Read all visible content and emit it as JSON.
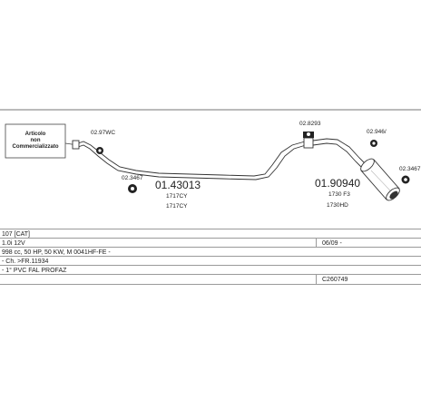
{
  "note_box": {
    "lines": [
      "Articolo",
      "non",
      "Commercializzato"
    ]
  },
  "parts": [
    {
      "id": "clamp-left",
      "code": "02.97WC",
      "kind": "clamp"
    },
    {
      "id": "clamp-mid",
      "code": "02.3467",
      "kind": "clamp"
    },
    {
      "id": "front-pipe",
      "code": "01.43013",
      "refs": [
        "1717CY",
        "1717CY"
      ],
      "kind": "pipe"
    },
    {
      "id": "clamp-center",
      "code": "02.8293",
      "kind": "clamp"
    },
    {
      "id": "clamp-right-top",
      "code": "02.946/",
      "kind": "clamp"
    },
    {
      "id": "clamp-right",
      "code": "02.3467",
      "kind": "clamp"
    },
    {
      "id": "rear-silencer",
      "code": "01.90940",
      "refs": [
        "1730 F3",
        "1730HD"
      ],
      "kind": "silencer"
    }
  ],
  "spec_rows": [
    {
      "left": "107 [CAT]",
      "right": ""
    },
    {
      "left": "1.0i 12V",
      "right": "06/09 -"
    },
    {
      "left": "998 cc, 50 HP, 50 KW, M 0041HF-FE -",
      "right": ""
    },
    {
      "left": "- Ch. >FR.11934",
      "right": ""
    },
    {
      "left": "- 1° PVC FAL PROFAZ",
      "right": ""
    },
    {
      "left": "",
      "right": "C260749"
    }
  ]
}
